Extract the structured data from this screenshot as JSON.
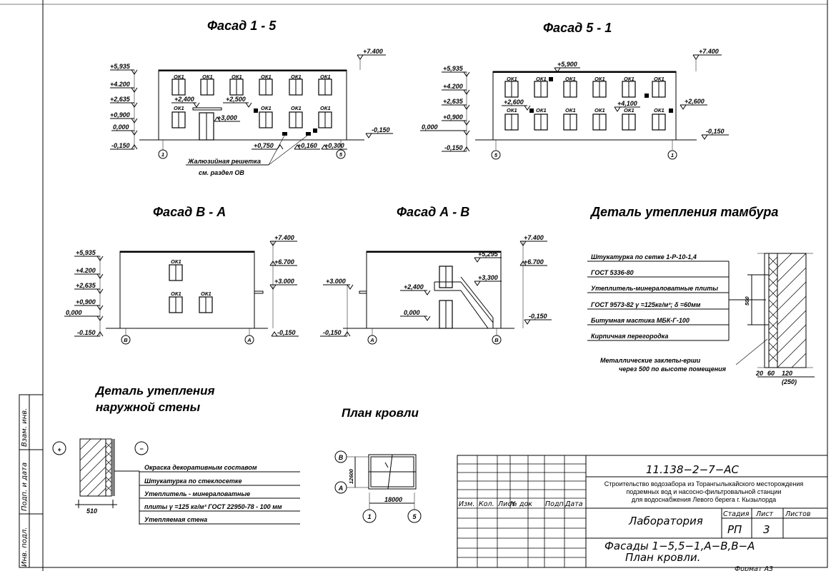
{
  "facade15": {
    "title": "Фасад 1 - 5",
    "elev": [
      "+5,935",
      "+4.200",
      "+2,635",
      "+0,900",
      "0,000",
      "-0,150"
    ],
    "top": "+7.400",
    "right": "-0,150",
    "inner1": "+2,400",
    "inner2": "+2,500",
    "inner3": "+3,000",
    "bottom1": "+0,750",
    "bottom2": "+0,160",
    "bottom3": "+0,300",
    "win": "ОК1",
    "axis1": "1",
    "axis5": "5",
    "note1": "Жалюзийная решетка",
    "note2": "см. раздел ОВ"
  },
  "facade51": {
    "title": "Фасад 5 - 1",
    "elev": [
      "+5,935",
      "+4.200",
      "+2,635",
      "+0,900",
      "0,000",
      "-0,150"
    ],
    "top": "+7.400",
    "roof": "+5,900",
    "left_door": "+2,600",
    "right": "+2,600",
    "mid": "+4,100",
    "below": "-0,150",
    "axis5": "5",
    "axis1": "1"
  },
  "facadeBA": {
    "title": "Фасад В - А",
    "elev": [
      "+5,935",
      "+4.200",
      "+2,635",
      "+0,900",
      "0,000",
      "-0.150"
    ],
    "r1": "+7.400",
    "r2": "+6.700",
    "r3": "+3.000",
    "r4": "-0,150",
    "axisB": "В",
    "axisA": "А"
  },
  "facadeAB": {
    "title": "Фасад А - В",
    "l1": "+3.000",
    "l2": "+2,400",
    "l3": "0,000",
    "l4": "-0,150",
    "r1": "+7.400",
    "r2": "+6.700",
    "r3": "+5,295",
    "r4": "+3,300",
    "r5": "-0,150",
    "axisA": "А",
    "axisB": "В"
  },
  "detailTambour": {
    "title": "Деталь утепления тамбура",
    "layers": [
      "Штукатурка по сетке 1-Р-10-1,4",
      "ГОСТ 5336-80",
      "Утеплитель-минераловатные плиты",
      "ГОСТ 9573-82  γ =125кг/м³;  δ =60мм",
      "Битумная мастика МБК-Г-100",
      "Кирпичная перегородка"
    ],
    "note1": "Металлические заклепы-ерши",
    "note2": "через 500 по высоте помещения",
    "dim500": "500",
    "dims": [
      "20",
      "60",
      "120"
    ],
    "dimTotal": "(250)"
  },
  "detailWall": {
    "title1": "Деталь утепления",
    "title2": "наружной стены",
    "plus": "+",
    "minus": "−",
    "layers": [
      "Окраска декоративным составом",
      "Штукатурка по стеклосетке",
      "Утеплитель - минераловатные",
      "плиты γ =125 кг/м³ ГОСТ 22950-78  - 100 мм",
      "Утепляемая стена"
    ],
    "dim": "510"
  },
  "roofPlan": {
    "title": "План кровли",
    "axisB": "В",
    "axisA": "А",
    "axis1": "1",
    "axis5": "5",
    "dimH": "18000",
    "dimV": "12600"
  },
  "stamp": {
    "code": "11.138−2−7−АС",
    "project1": "Строительство водозабора из Торангылыкайского месторождения",
    "project2": "подземных вод и насосно-фильтровальной станции",
    "project3": "для водоснабжения Левого берега г. Кызылорда",
    "cols": [
      "Изм.",
      "Кол.",
      "Лист",
      "№ док",
      "Подп.",
      "Дата"
    ],
    "building": "Лаборатория",
    "stageLbl": "Стадия",
    "sheetLbl": "Лист",
    "sheetsLbl": "Листов",
    "stage": "РП",
    "sheet": "3",
    "drawing1": "Фасады 1−5,5−1,А−В,В−А",
    "drawing2": "План кровли.",
    "format": "Формат А3"
  },
  "sideLabels": [
    "Инв. подл.",
    "Подп. и дата",
    "Взам. инв."
  ]
}
